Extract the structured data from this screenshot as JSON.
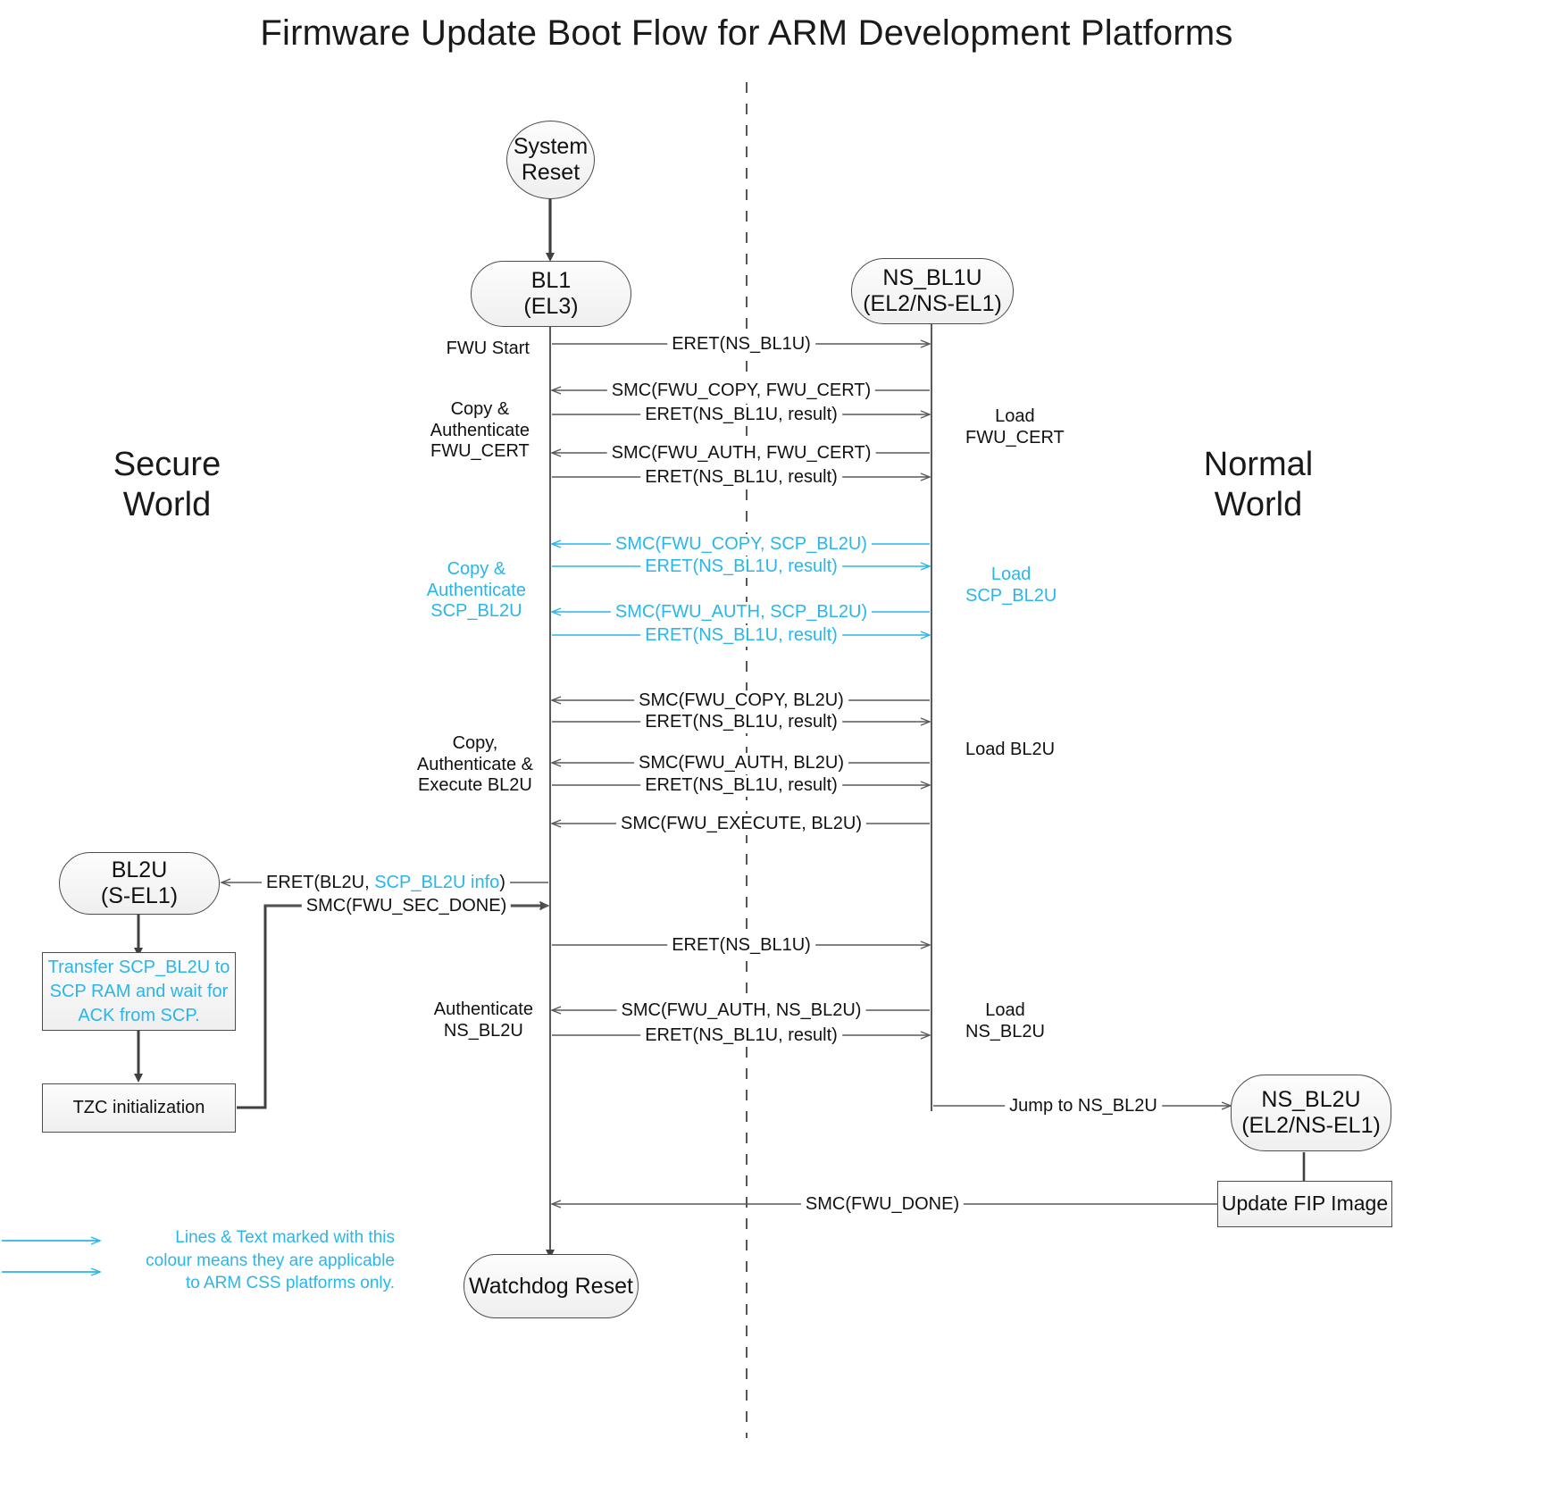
{
  "title": "Firmware Update Boot Flow for ARM Development Platforms",
  "worlds": {
    "secure": "Secure\nWorld",
    "normal": "Normal\nWorld"
  },
  "colors": {
    "css_accent": "#29b6e8",
    "line": "#595959",
    "node_border": "#4d4d4d",
    "text": "#111111"
  },
  "nodes": {
    "system_reset": {
      "label": "System\nReset",
      "shape": "ellipse"
    },
    "bl1": {
      "label": "BL1\n(EL3)",
      "shape": "stadium"
    },
    "ns_bl1u": {
      "label": "NS_BL1U\n(EL2/NS-EL1)",
      "shape": "stadium"
    },
    "bl2u": {
      "label": "BL2U\n(S-EL1)",
      "shape": "stadium"
    },
    "ns_bl2u": {
      "label": "NS_BL2U\n(EL2/NS-EL1)",
      "shape": "stadium"
    },
    "transfer_scp": {
      "label": "Transfer SCP_BL2U to\nSCP RAM and wait for\nACK from SCP.",
      "shape": "rect",
      "css_only": true
    },
    "tzc_init": {
      "label": "TZC initialization",
      "shape": "rect",
      "css_only": false
    },
    "update_fip": {
      "label": "Update FIP Image",
      "shape": "rect",
      "css_only": false
    },
    "watchdog": {
      "label": "Watchdog Reset",
      "shape": "stadium"
    }
  },
  "messages": [
    {
      "id": "m1",
      "label": "ERET(NS_BL1U)",
      "dir": "right",
      "css_only": false
    },
    {
      "id": "m2",
      "label": "SMC(FWU_COPY, FWU_CERT)",
      "dir": "left",
      "css_only": false
    },
    {
      "id": "m3",
      "label": "ERET(NS_BL1U, result)",
      "dir": "right",
      "css_only": false
    },
    {
      "id": "m4",
      "label": "SMC(FWU_AUTH, FWU_CERT)",
      "dir": "left",
      "css_only": false
    },
    {
      "id": "m5",
      "label": "ERET(NS_BL1U, result)",
      "dir": "right",
      "css_only": false
    },
    {
      "id": "m6",
      "label": "SMC(FWU_COPY, SCP_BL2U)",
      "dir": "left",
      "css_only": true
    },
    {
      "id": "m7",
      "label": "ERET(NS_BL1U, result)",
      "dir": "right",
      "css_only": true
    },
    {
      "id": "m8",
      "label": "SMC(FWU_AUTH, SCP_BL2U)",
      "dir": "left",
      "css_only": true
    },
    {
      "id": "m9",
      "label": "ERET(NS_BL1U, result)",
      "dir": "right",
      "css_only": true
    },
    {
      "id": "m10",
      "label": "SMC(FWU_COPY, BL2U)",
      "dir": "left",
      "css_only": false
    },
    {
      "id": "m11",
      "label": "ERET(NS_BL1U, result)",
      "dir": "right",
      "css_only": false
    },
    {
      "id": "m12",
      "label": "SMC(FWU_AUTH, BL2U)",
      "dir": "left",
      "css_only": false
    },
    {
      "id": "m13",
      "label": "ERET(NS_BL1U, result)",
      "dir": "right",
      "css_only": false
    },
    {
      "id": "m14",
      "label": "SMC(FWU_EXECUTE, BL2U)",
      "dir": "left",
      "css_only": false
    },
    {
      "id": "m15",
      "label": "SMC(FWU_SEC_DONE)",
      "dir": "right",
      "css_only": false
    },
    {
      "id": "m16",
      "label": "ERET(NS_BL1U)",
      "dir": "right",
      "css_only": false
    },
    {
      "id": "m17",
      "label": "SMC(FWU_AUTH, NS_BL2U)",
      "dir": "left",
      "css_only": false
    },
    {
      "id": "m18",
      "label": "ERET(NS_BL1U, result)",
      "dir": "right",
      "css_only": false
    },
    {
      "id": "m19",
      "label": "Jump to NS_BL2U",
      "dir": "right",
      "css_only": false
    },
    {
      "id": "m20",
      "label": "SMC(FWU_DONE)",
      "dir": "left",
      "css_only": false
    }
  ],
  "eret_bl2u": {
    "prefix": "ERET(BL2U, ",
    "css_part": "SCP_BL2U info",
    "suffix": ")"
  },
  "side_notes": {
    "fwu_start": "FWU Start",
    "copy_auth_cert": "Copy &\nAuthenticate\nFWU_CERT",
    "copy_auth_scp": "Copy &\nAuthenticate\nSCP_BL2U",
    "copy_auth_bl2u": "Copy,\nAuthenticate &\nExecute BL2U",
    "auth_ns_bl2u": "Authenticate\nNS_BL2U",
    "load_fwu_cert": "Load\nFWU_CERT",
    "load_scp_bl2u": "Load\nSCP_BL2U",
    "load_bl2u": "Load BL2U",
    "load_ns_bl2u": "Load\nNS_BL2U"
  },
  "legend": {
    "text": "Lines & Text marked with this\ncolour means they are applicable\nto ARM CSS platforms only."
  }
}
